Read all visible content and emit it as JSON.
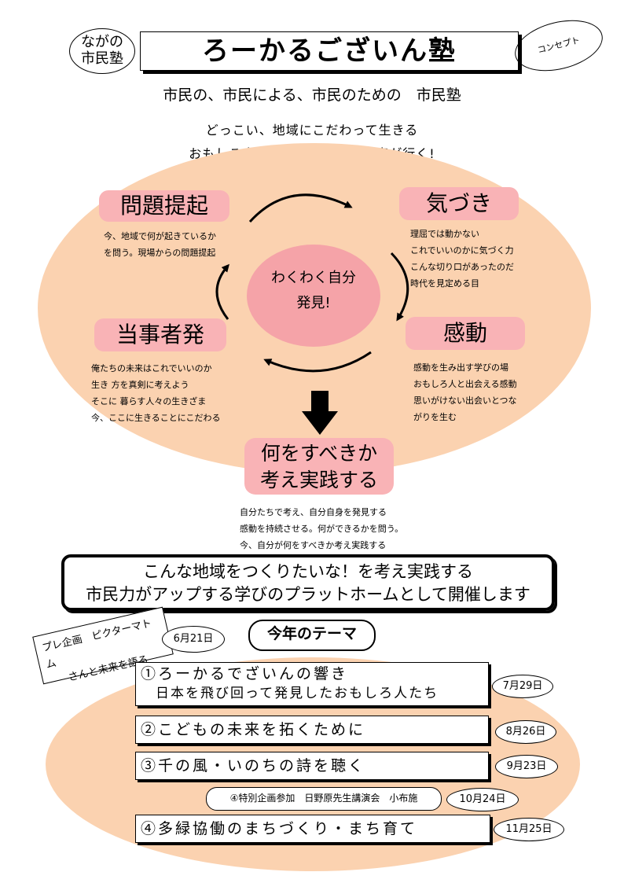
{
  "header": {
    "logo_line1": "ながの",
    "logo_line2": "市民塾",
    "title": "ろーかるございん塾",
    "concept_label": "コンセプト",
    "subtitle": "市民の、市民による、市民のための　市民塾",
    "tagline_1": "どっこい、地域にこだわって生きる",
    "tagline_2": "おもしろ人を乗せてローカル列車が行く!"
  },
  "cycle": {
    "center_line1": "わくわく自分",
    "center_line2": "発見!",
    "mondai": {
      "title": "問題提起",
      "desc": [
        "今、地域で何が起きているか",
        "を問う。現場からの問題提起"
      ]
    },
    "kizuki": {
      "title": "気づき",
      "desc": [
        "理屈では動かない",
        "これでいいのかに気づく力",
        "こんな切り口があったのだ",
        "時代を見定める目"
      ]
    },
    "kando": {
      "title": "感動",
      "desc": [
        "感動を生み出す学びの場",
        "おもしろ人と出会える感動",
        "思いがけない出会いとつな",
        "がりを生む"
      ]
    },
    "tojisha": {
      "title": "当事者発",
      "desc": [
        "俺たちの未来はこれでいいのか",
        "生き 方を真剣に考えよう",
        "そこに 暮らす人々の生きざま",
        "今、ここに生きることにこだわる"
      ]
    }
  },
  "action": {
    "line1": "何をすべきか",
    "line2": "考え実践する",
    "desc": [
      "自分たちで考え、自分自身を発見する",
      "感動を持続させる。何ができるかを問う。",
      "今、自分が何をすべきか考え実践する"
    ]
  },
  "platform": {
    "line1": "こんな地域をつくりたいな！を考え実践する",
    "line2": "市民力がアップする学びのプラットホームとして開催します"
  },
  "themes": {
    "pre_line1": "プレ企画　ピクターマトム",
    "pre_line2": "さんと未来を語る",
    "pre_date": "6月21日",
    "heading": "今年のテーマ",
    "items": [
      {
        "line1": "①ろーかるでざいんの響き",
        "line2": "　日本を飛び回って発見したおもしろ人たち",
        "date": "7月29日"
      },
      {
        "line1": "②こどもの未来を拓くために",
        "date": "8月26日"
      },
      {
        "line1": "③千の風・いのちの詩を聴く",
        "date": "9月23日"
      },
      {
        "line1": "④多緑協働のまちづくり・まち育て",
        "date": "11月25日"
      }
    ],
    "special": {
      "label": "④特別企画参加　日野原先生講演会　小布施",
      "date": "10月24日"
    }
  }
}
